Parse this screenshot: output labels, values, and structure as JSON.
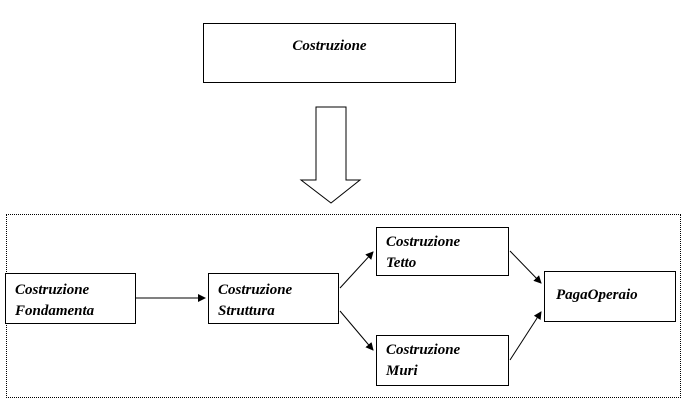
{
  "top_node": {
    "text": "Costruzione"
  },
  "nodes": {
    "fondamenta": {
      "line1": "Costruzione",
      "line2": "Fondamenta"
    },
    "struttura": {
      "line1": "Costruzione",
      "line2": "Struttura"
    },
    "tetto": {
      "line1": "Costruzione",
      "line2": "Tetto"
    },
    "muri": {
      "line1": "Costruzione",
      "line2": "Muri"
    },
    "paga": {
      "text": "PagaOperaio"
    }
  }
}
